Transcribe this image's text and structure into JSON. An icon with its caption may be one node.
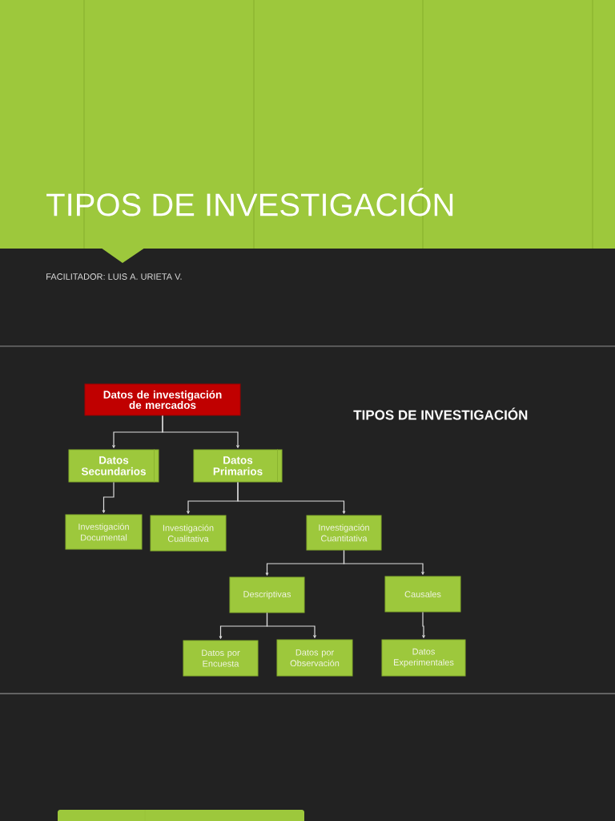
{
  "diagram": {
    "title": "TIPOS DE INVESTIGACIÓN",
    "nodes": [
      {
        "text": [
          "Datos de investigación de mercados"
        ]
      },
      {
        "text": [
          "Datos Secundarios"
        ]
      },
      {
        "text": [
          "Datos Primarios"
        ]
      },
      {
        "text": [
          "Investigación Documental"
        ]
      },
      {
        "text": [
          "Investigación Cualitativa"
        ]
      },
      {
        "text": [
          "Investigación Cuantitativa"
        ]
      },
      {
        "text": [
          "Descriptivas"
        ]
      },
      {
        "text": [
          "Causales"
        ]
      },
      {
        "text": [
          "Datos por Encuesta"
        ]
      },
      {
        "text": [
          "Datos por Observación"
        ]
      },
      {
        "text": [
          "Datos Experimentales"
        ]
      }
    ],
    "edges": [
      {
        "from": 0,
        "to": 1,
        "arrow": "to"
      },
      {
        "from": 0,
        "to": 2,
        "arrow": "to"
      },
      {
        "from": 1,
        "to": 3,
        "arrow": "to"
      },
      {
        "from": 2,
        "to": 4,
        "arrow": "to"
      },
      {
        "from": 2,
        "to": 5,
        "arrow": "to"
      },
      {
        "from": 5,
        "to": 6,
        "arrow": "to"
      },
      {
        "from": 5,
        "to": 7,
        "arrow": "to"
      },
      {
        "from": 6,
        "to": 8,
        "arrow": "to"
      },
      {
        "from": 6,
        "to": 9,
        "arrow": "to"
      },
      {
        "from": 7,
        "to": 10,
        "arrow": "to"
      }
    ],
    "labels": [
      "FACILITADOR: LUIS A. URIETA V.",
      "TIPOS DE INVESTIGACIÓN"
    ]
  }
}
